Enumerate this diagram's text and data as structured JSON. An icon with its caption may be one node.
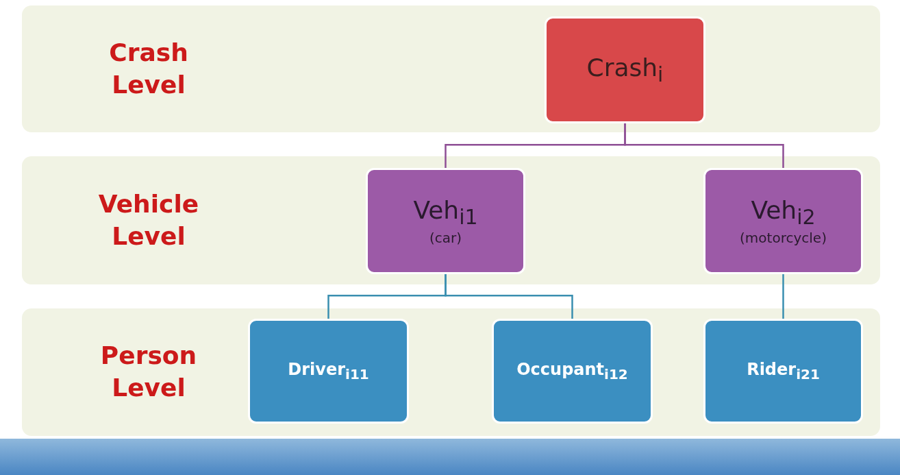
{
  "diagram": {
    "nodes": [
      {
        "text": [
          "Crash Level"
        ]
      },
      {
        "text": [
          "Crash$_{i}$"
        ],
        "in": 0
      },
      {
        "text": [
          "Vehicle Level"
        ]
      },
      {
        "text": [
          "Veh$_{i1}$",
          "(car)"
        ],
        "in": 2
      },
      {
        "text": [
          "Veh$_{i2}$",
          "(motorcycle)"
        ],
        "in": 2
      },
      {
        "text": [
          "Person Level"
        ]
      },
      {
        "text": [
          "Driver$_{i11}$"
        ],
        "in": 5
      },
      {
        "text": [
          "Occupant$_{i12}$"
        ],
        "in": 5
      },
      {
        "text": [
          "Rider$_{i21}$"
        ],
        "in": 5
      }
    ],
    "edges": [
      {
        "from": 1,
        "to": 3,
        "arrow": "none",
        "color": "#8e4f95"
      },
      {
        "from": 1,
        "to": 4,
        "arrow": "none",
        "color": "#8e4f95"
      },
      {
        "from": 3,
        "to": 6,
        "arrow": "none"
      },
      {
        "from": 3,
        "to": 7,
        "arrow": "none"
      },
      {
        "from": 4,
        "to": 8,
        "arrow": "none"
      }
    ]
  }
}
